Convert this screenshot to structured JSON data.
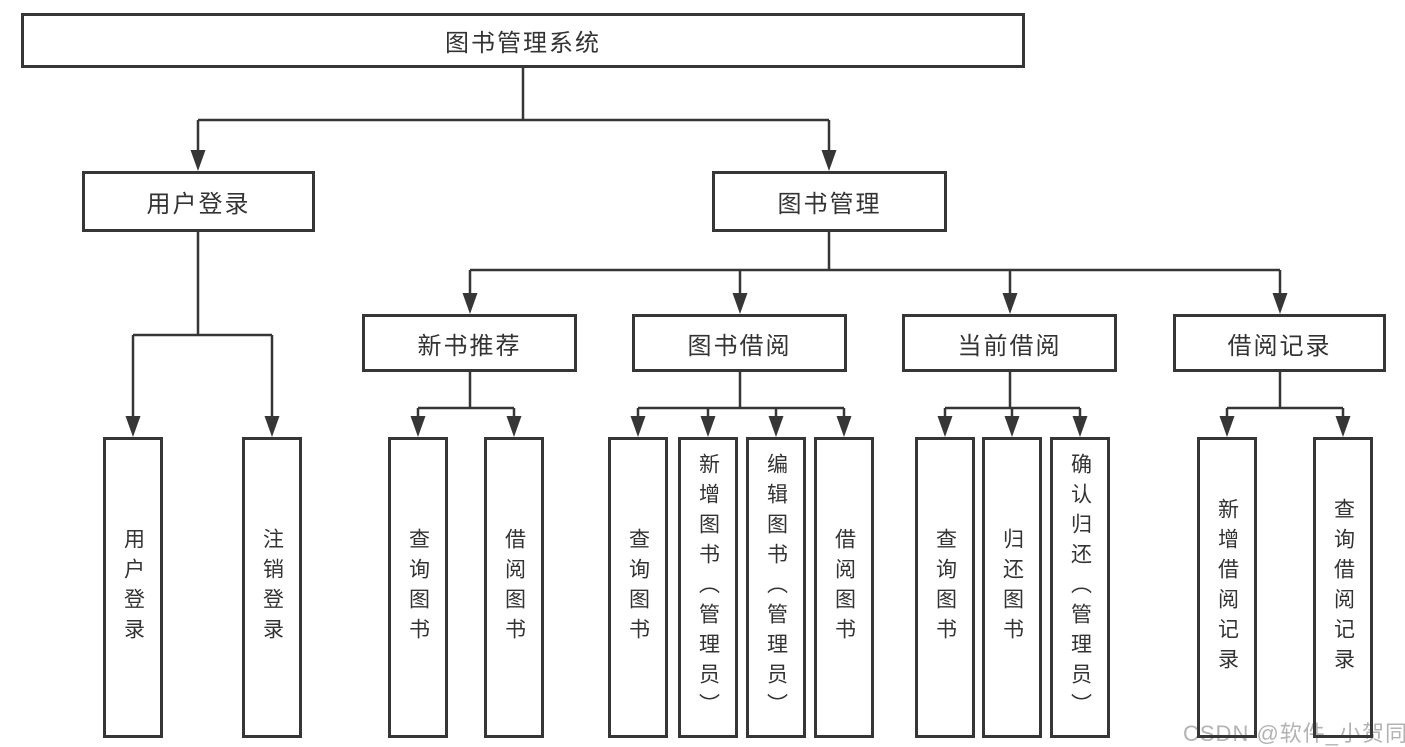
{
  "nodes": {
    "root": {
      "label": "图书管理系统"
    },
    "user_login": {
      "label": "用户登录"
    },
    "book_management": {
      "label": "图书管理"
    },
    "new_book_recommend": {
      "label": "新书推荐"
    },
    "book_borrowing": {
      "label": "图书借阅"
    },
    "current_borrowing": {
      "label": "当前借阅"
    },
    "borrowing_records": {
      "label": "借阅记录"
    },
    "l_user_login": {
      "label": "用户登录"
    },
    "l_logout": {
      "label": "注销登录"
    },
    "l_query_books_a": {
      "label": "查询图书"
    },
    "l_borrow_books_a": {
      "label": "借阅图书"
    },
    "l_query_books_b": {
      "label": "查询图书"
    },
    "l_add_books_admin": {
      "label": "新增图书（管理员）"
    },
    "l_edit_books_admin": {
      "label": "编辑图书（管理员）"
    },
    "l_borrow_books_b": {
      "label": "借阅图书"
    },
    "l_query_books_c": {
      "label": "查询图书"
    },
    "l_return_books": {
      "label": "归还图书"
    },
    "l_confirm_return_admin": {
      "label": "确认归还（管理员）"
    },
    "l_add_borrow_record": {
      "label": "新增借阅记录"
    },
    "l_query_borrow_record": {
      "label": "查询借阅记录"
    }
  },
  "structure": [
    {
      "parent": "图书管理系统",
      "children": [
        "用户登录",
        "图书管理"
      ]
    },
    {
      "parent": "用户登录",
      "children": [
        "用户登录",
        "注销登录"
      ]
    },
    {
      "parent": "图书管理",
      "children": [
        "新书推荐",
        "图书借阅",
        "当前借阅",
        "借阅记录"
      ]
    },
    {
      "parent": "新书推荐",
      "children": [
        "查询图书",
        "借阅图书"
      ]
    },
    {
      "parent": "图书借阅",
      "children": [
        "查询图书",
        "新增图书（管理员）",
        "编辑图书（管理员）",
        "借阅图书"
      ]
    },
    {
      "parent": "当前借阅",
      "children": [
        "查询图书",
        "归还图书",
        "确认归还（管理员）"
      ]
    },
    {
      "parent": "借阅记录",
      "children": [
        "新增借阅记录",
        "查询借阅记录"
      ]
    }
  ],
  "colors": {
    "line": "#333333",
    "text": "#333333",
    "box_background": "#ffffff",
    "watermark": "#b3b3b3"
  },
  "watermark": "CSDN @软件_小贺同学"
}
